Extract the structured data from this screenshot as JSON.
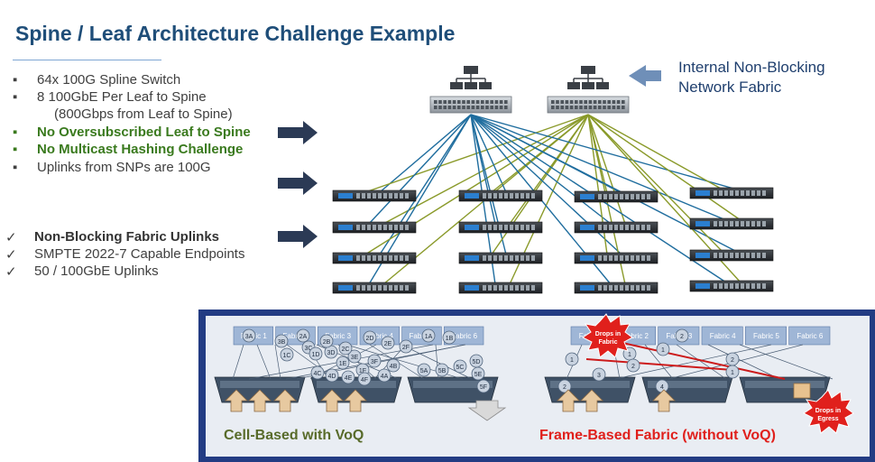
{
  "slide": {
    "title": "Spine / Leaf Architecture Challenge Example",
    "bullets": [
      {
        "text": "64x 100G Spline Switch",
        "style": "normal"
      },
      {
        "text": "8 100GbE Per Leaf to Spine",
        "style": "normal"
      },
      {
        "text": "(800Gbps from Leaf to Spine)",
        "style": "sub"
      },
      {
        "text": "No Oversubscribed Leaf to Spine",
        "style": "green"
      },
      {
        "text": "No Multicast Hashing Challenge",
        "style": "green"
      },
      {
        "text": "Uplinks from SNPs are 100G",
        "style": "normal"
      }
    ],
    "checks": [
      {
        "text": "Non-Blocking Fabric Uplinks",
        "style": "bold"
      },
      {
        "text": "SMPTE 2022-7 Capable Endpoints",
        "style": "normal"
      },
      {
        "text": "50 / 100GbE Uplinks",
        "style": "normal"
      }
    ],
    "bullet_marker": "▪",
    "check_marker": "✓",
    "fabric_label_line1": "Internal Non-Blocking",
    "fabric_label_line2": "Network Fabric",
    "cell_caption": "Cell-Based with VoQ",
    "frame_caption": "Frame-Based Fabric (without VoQ)",
    "drops_fabric_label1": "Drops in",
    "drops_fabric_label2": "Fabric",
    "drops_egress_label1": "Drops in",
    "drops_egress_label2": "Egress",
    "cell_fabric_labels": [
      "Fabric 1",
      "Fabric 2",
      "Fabric 3",
      "Fabric 4",
      "Fabric 5",
      "Fabric 6"
    ],
    "frame_fabric_labels": [
      "Fabric 1",
      "Fabric 2",
      "Fabric 3",
      "Fabric 4",
      "Fabric 5",
      "Fabric 6"
    ],
    "cell_tokens": [
      "3A",
      "3B",
      "3C",
      "3D",
      "3E",
      "3F",
      "2A",
      "2B",
      "2C",
      "2D",
      "2E",
      "2F",
      "1A",
      "1B",
      "1C",
      "1D",
      "1E",
      "1F",
      "4A",
      "4B",
      "4C",
      "4D",
      "4E",
      "4F",
      "5A",
      "5B",
      "5C",
      "5D",
      "5E",
      "5F"
    ],
    "frame_tokens": [
      "1",
      "1",
      "1",
      "2",
      "2",
      "2",
      "1",
      "2",
      "3",
      "4"
    ]
  },
  "colors": {
    "title": "#1f4e79",
    "green_text": "#3a7a1e",
    "blue_link": "#1f6d9e",
    "olive_link": "#8a9a2a",
    "panel_border": "#233c83",
    "frame_caption": "#e0201c",
    "cell_caption": "#586b2a"
  }
}
